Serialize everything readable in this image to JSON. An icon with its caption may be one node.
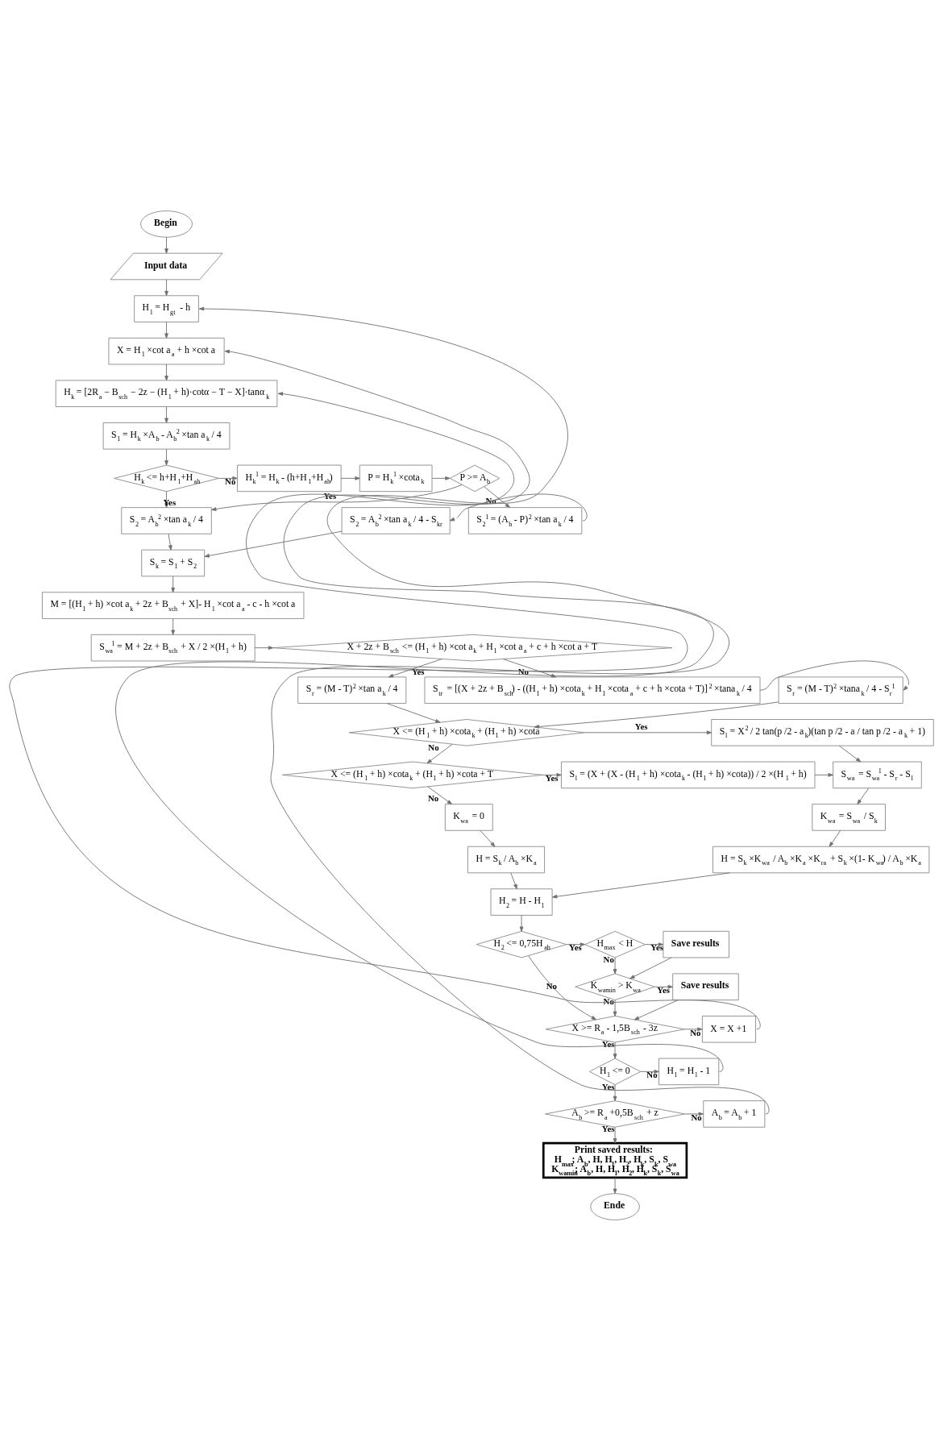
{
  "diagram": {
    "nodes": [
      {
        "text": [
          "Begin"
        ]
      },
      {
        "text": [
          "Input data"
        ]
      },
      {
        "text": [
          "H$_{1}$ = H$_{gt}$ - h"
        ]
      },
      {
        "text": [
          "X = H$_{1}$ ×cot a$_{a}$ + h ×cot a"
        ]
      },
      {
        "text": [
          "H$_{k}$ = [2R$_{a}$ − B$_{sch}$ − 2z − (H$_{1}$ + h)·cotα − T − X]·tanα$_{k}$"
        ]
      },
      {
        "text": [
          "S$_{1}$ = H$_{k}$ ×A$_{b}$ - A$_{b}$$^{2}$ ×tan a$_{k}$ / 4"
        ]
      },
      {
        "text": [
          "H$_{k}$ <= h+H$_{1}$+H$_{ah}$"
        ]
      },
      {
        "text": [
          "H$_{k}$$^{1}$ = H$_{k}$ - (h+H$_{1}$+H$_{ah}$)"
        ]
      },
      {
        "text": [
          "P = H$_{k}$$^{1}$ ×cota$_{k}$"
        ]
      },
      {
        "text": [
          "P >= A$_{b}$"
        ]
      },
      {
        "text": [
          "S$_{2}$ = A$_{b}$$^{2}$ ×tan a$_{k}$ / 4"
        ]
      },
      {
        "text": [
          "S$_{2}$ = A$_{b}$$^{2}$ ×tan a$_{k}$ / 4 - S$_{kr}$"
        ]
      },
      {
        "text": [
          "S$_{2}$$^{1}$ = (A$_{b}$ - P)$^{2}$ ×tan a$_{k}$ / 4"
        ]
      },
      {
        "text": [
          "S$_{k}$ = S$_{1}$ + S$_{2}$"
        ]
      },
      {
        "text": [
          "M = [(H$_{1}$ + h) ×cot a$_{k}$ + 2z + B$_{sch}$ + X]- H$_{1}$ ×cot a$_{a}$ - c - h ×cot a"
        ]
      },
      {
        "text": [
          "S$_{wa}$$^{1}$ = M + 2z + B$_{sch}$ + X / 2 ×(H$_{1}$ + h)"
        ]
      },
      {
        "text": [
          "X + 2z + B$_{sch}$ <= (H$_{1}$ + h) ×cot a$_{k}$ + H$_{1}$ ×cot a$_{a}$ + c + h ×cot a + T"
        ]
      },
      {
        "text": [
          "S$_{r}$ = (M - T)$^{2}$ ×tan a$_{k}$ / 4"
        ]
      },
      {
        "text": [
          "S$_{r}$ = (M - T)$^{2}$ ×tana$_{k}$ / 4 - S$_{r}$$^{1}$"
        ]
      },
      {
        "text": [
          "S$_{tr}$ = [(X + 2z + B$_{sch}$) - ((H$_{1}$ + h) ×cota$_{k}$ + H$_{1}$ ×cota$_{a}$ + c + h ×cota + T)]$^{2}$ ×tana$_{k}$ / 4"
        ]
      },
      {
        "text": [
          "X <= (H$_{1}$ + h) ×cota$_{k}$ + (H$_{1}$ + h) ×cota"
        ]
      },
      {
        "text": [
          "S$_{l}$ = X$^{2}$ / 2 tan(p /2 - a$_{k}$)(tan p /2 - a / tan p /2 - a$_{k}$ + 1)"
        ]
      },
      {
        "text": [
          "X <= (H$_{1}$ + h) ×cota$_{k}$ + (H$_{1}$ + h) ×cota + T"
        ]
      },
      {
        "text": [
          "S$_{l}$ = (X + (X - (H$_{1}$ + h) ×cota$_{k}$ - (H$_{1}$ + h) ×cota)) / 2 ×(H$_{1}$ + h)"
        ]
      },
      {
        "text": [
          "S$_{wa}$ = S$_{wa}$$^{1}$ - S$_{r}$ - S$_{l}$"
        ]
      },
      {
        "text": [
          "K$_{wa}$ = 0"
        ]
      },
      {
        "text": [
          "K$_{wa}$ = S$_{wa}$ / S$_{k}$"
        ]
      },
      {
        "text": [
          "H = S$_{k}$ / A$_{b}$ ×K$_{a}$"
        ]
      },
      {
        "text": [
          "H = S$_{k}$ ×K$_{wa}$ / A$_{b}$ ×K$_{a}$ ×K$_{ra}$ + S$_{k}$ ×(1- K$_{wa}$) / A$_{b}$ ×K$_{a}$"
        ]
      },
      {
        "text": [
          "H$_{2}$ = H - H$_{1}$"
        ]
      },
      {
        "text": [
          "H$_{2}$ <= 0,75H$_{ah}$"
        ]
      },
      {
        "text": [
          "H$_{max}$ < H"
        ]
      },
      {
        "text": [
          "Save results"
        ]
      },
      {
        "text": [
          "K$_{wamin}$ > K$_{wa}$"
        ]
      },
      {
        "text": [
          "Save results"
        ]
      },
      {
        "text": [
          "X >= R$_{a}$ - 1,5B$_{sch}$ - 3z"
        ]
      },
      {
        "text": [
          "X = X +1"
        ]
      },
      {
        "text": [
          "H$_{1}$ <= 0"
        ]
      },
      {
        "text": [
          "H$_{1}$ = H$_{1}$ - 1"
        ]
      },
      {
        "text": [
          "A$_{b}$ >= R$_{a}$ +0,5B$_{sch}$ + z"
        ]
      },
      {
        "text": [
          "A$_{b}$ = A$_{b}$ + 1"
        ]
      },
      {
        "text": [
          "Print saved results:",
          "H$_{max}$; A$_{b}$, H, H$_{1}$, H$_{2}$, H$_{k}$, S$_{k}$, S$_{wa}$",
          "K$_{wamin}$; A$_{b}$, H, H$_{1}$, H$_{2}$, H$_{k}$, S$_{k}$, S$_{wa}$"
        ]
      },
      {
        "text": [
          "Ende"
        ]
      }
    ],
    "edges": [
      {
        "from": 0,
        "to": 1,
        "arrow": "to"
      },
      {
        "from": 1,
        "to": 2,
        "arrow": "to"
      },
      {
        "from": 2,
        "to": 3,
        "arrow": "to"
      },
      {
        "from": 3,
        "to": 4,
        "arrow": "to"
      },
      {
        "from": 4,
        "to": 5,
        "arrow": "to"
      },
      {
        "from": 5,
        "to": 6,
        "arrow": "to"
      },
      {
        "from": 6,
        "to": 7,
        "arrow": "to",
        "label": "No"
      },
      {
        "from": 7,
        "to": 8,
        "arrow": "to"
      },
      {
        "from": 8,
        "to": 9,
        "arrow": "to"
      },
      {
        "from": 6,
        "to": 10,
        "arrow": "to",
        "label": "Yes"
      },
      {
        "from": 9,
        "to": 10,
        "arrow": "to",
        "label": "Yes"
      },
      {
        "from": 9,
        "to": 12,
        "arrow": "to",
        "label": "No"
      },
      {
        "from": 12,
        "to": 11,
        "arrow": "to"
      },
      {
        "from": 10,
        "to": 13,
        "arrow": "to"
      },
      {
        "from": 11,
        "to": 13,
        "arrow": "to"
      },
      {
        "from": 13,
        "to": 14,
        "arrow": "to"
      },
      {
        "from": 14,
        "to": 15,
        "arrow": "to"
      },
      {
        "from": 15,
        "to": 16,
        "arrow": "to"
      },
      {
        "from": 16,
        "to": 17,
        "arrow": "to",
        "label": "Yes"
      },
      {
        "from": 16,
        "to": 19,
        "arrow": "to",
        "label": "No"
      },
      {
        "from": 19,
        "to": 18,
        "arrow": "to"
      },
      {
        "from": 17,
        "to": 20,
        "arrow": "to"
      },
      {
        "from": 18,
        "to": 20,
        "arrow": "to"
      },
      {
        "from": 20,
        "to": 21,
        "arrow": "to",
        "label": "Yes"
      },
      {
        "from": 20,
        "to": 22,
        "arrow": "to",
        "label": "No"
      },
      {
        "from": 21,
        "to": 24,
        "arrow": "to"
      },
      {
        "from": 22,
        "to": 23,
        "arrow": "to",
        "label": "Yes"
      },
      {
        "from": 23,
        "to": 24,
        "arrow": "to"
      },
      {
        "from": 22,
        "to": 25,
        "arrow": "to",
        "label": "No"
      },
      {
        "from": 25,
        "to": 27,
        "arrow": "to"
      },
      {
        "from": 24,
        "to": 26,
        "arrow": "to"
      },
      {
        "from": 26,
        "to": 28,
        "arrow": "to"
      },
      {
        "from": 27,
        "to": 29,
        "arrow": "to"
      },
      {
        "from": 28,
        "to": 29,
        "arrow": "to"
      },
      {
        "from": 29,
        "to": 30,
        "arrow": "to"
      },
      {
        "from": 30,
        "to": 31,
        "arrow": "to",
        "label": "Yes"
      },
      {
        "from": 30,
        "to": 35,
        "arrow": "to",
        "label": "No"
      },
      {
        "from": 31,
        "to": 32,
        "arrow": "to",
        "label": "Yes"
      },
      {
        "from": 31,
        "to": 33,
        "arrow": "to",
        "label": "No"
      },
      {
        "from": 32,
        "to": 33,
        "arrow": "to"
      },
      {
        "from": 33,
        "to": 34,
        "arrow": "to",
        "label": "Yes"
      },
      {
        "from": 33,
        "to": 35,
        "arrow": "to",
        "label": "No"
      },
      {
        "from": 34,
        "to": 35,
        "arrow": "to"
      },
      {
        "from": 35,
        "to": 36,
        "arrow": "to",
        "label": "No"
      },
      {
        "from": 36,
        "to": 4,
        "arrow": "to"
      },
      {
        "from": 35,
        "to": 37,
        "arrow": "to",
        "label": "Yes"
      },
      {
        "from": 37,
        "to": 38,
        "arrow": "to",
        "label": "No"
      },
      {
        "from": 38,
        "to": 3,
        "arrow": "to"
      },
      {
        "from": 37,
        "to": 39,
        "arrow": "to",
        "label": "Yes"
      },
      {
        "from": 39,
        "to": 40,
        "arrow": "to",
        "label": "No"
      },
      {
        "from": 40,
        "to": 2,
        "arrow": "to"
      },
      {
        "from": 39,
        "to": 41,
        "arrow": "to",
        "label": "Yes"
      },
      {
        "from": 41,
        "to": 42,
        "arrow": "to"
      }
    ]
  }
}
